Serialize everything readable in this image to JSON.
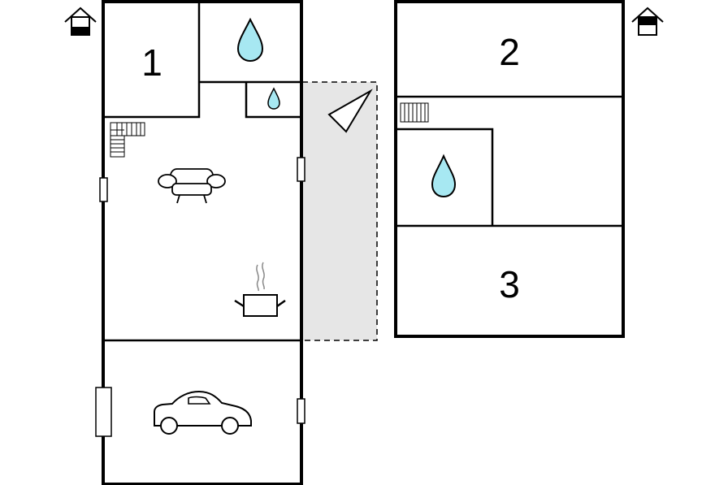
{
  "ground_floor": {
    "rooms": [
      {
        "label": "1"
      }
    ],
    "icons": [
      "house-ground-floor-icon",
      "water-drop-icon",
      "water-drop-icon",
      "staircase-icon",
      "sofa-icon",
      "cooking-pot-icon",
      "car-icon"
    ],
    "terrace": {
      "icon": "sail-shade-icon",
      "fill": "#e6e6e6"
    }
  },
  "upper_floor": {
    "rooms": [
      {
        "label": "2"
      },
      {
        "label": "3"
      }
    ],
    "icons": [
      "house-upper-floor-icon",
      "staircase-icon",
      "water-drop-icon"
    ]
  },
  "colors": {
    "wall": "#000000",
    "water": "#a7e8f2",
    "terrace": "#e6e6e6"
  }
}
